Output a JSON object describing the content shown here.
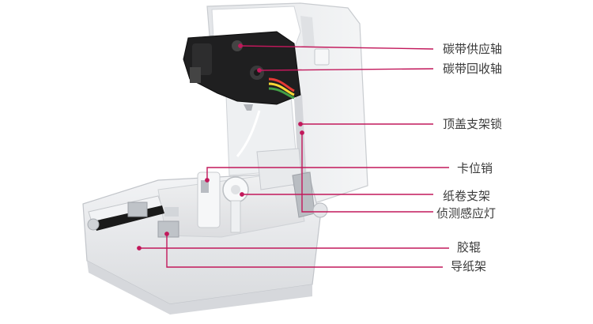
{
  "callouts": [
    {
      "id": "ribbon-supply-spindle",
      "text": "碳带供应轴"
    },
    {
      "id": "ribbon-rewind-spindle",
      "text": "碳带回收轴"
    },
    {
      "id": "top-cover-support-lock",
      "text": "顶盖支架锁"
    },
    {
      "id": "latch-pin",
      "text": "卡位销"
    },
    {
      "id": "paper-roll-holder",
      "text": "纸卷支架"
    },
    {
      "id": "detection-sensor-light",
      "text": "侦测感应灯"
    },
    {
      "id": "rubber-roller",
      "text": "胶辊"
    },
    {
      "id": "paper-guide",
      "text": "导纸架"
    }
  ],
  "colors": {
    "leader_line": "#c2185b",
    "printer_body": "#e9eaec",
    "ribbon_assembly": "#1e1e1e"
  }
}
